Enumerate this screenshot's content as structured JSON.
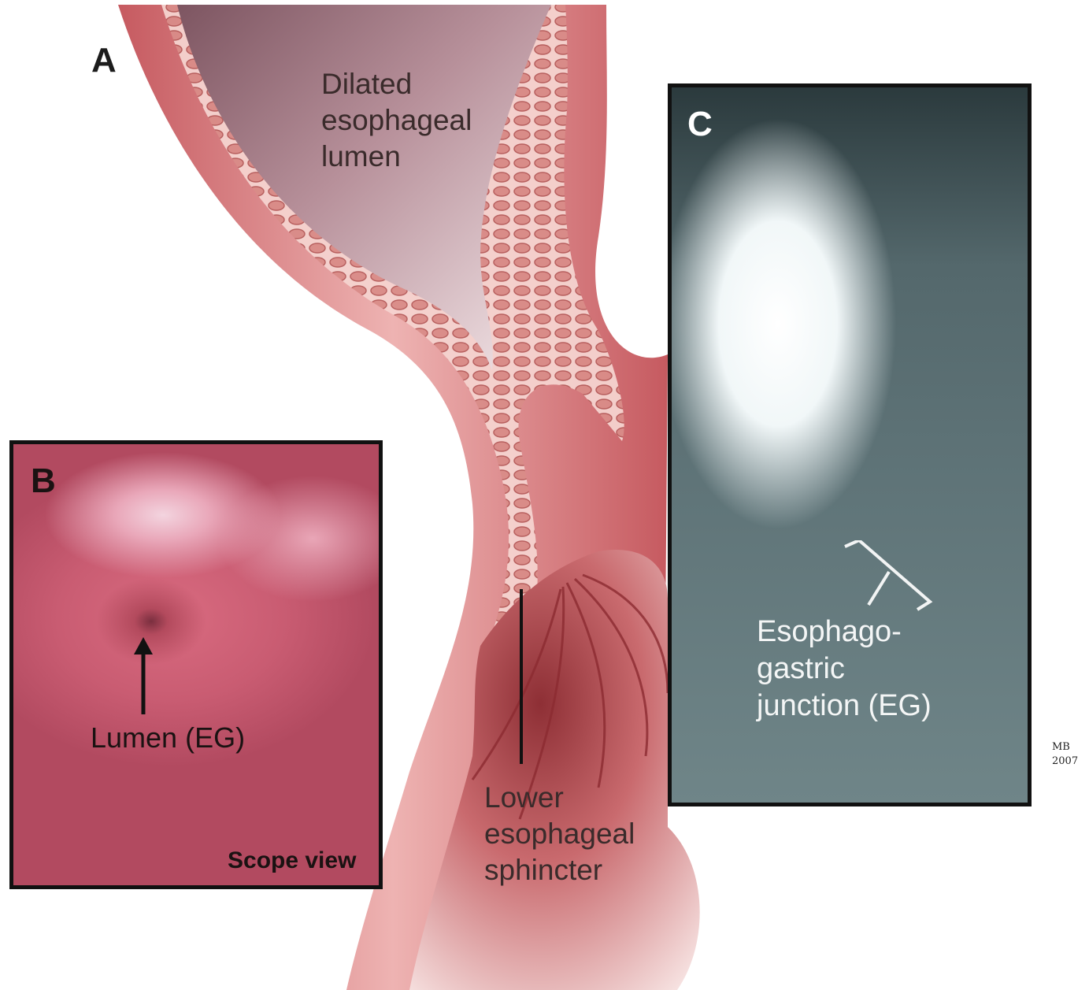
{
  "panels": {
    "a": {
      "letter": "A",
      "dilated_label": "Dilated\nesophageal\nlumen",
      "sphincter_label": "Lower\nesophageal\nsphincter"
    },
    "b": {
      "letter": "B",
      "lumen_label": "Lumen (EG)",
      "caption": "Scope view"
    },
    "c": {
      "letter": "C",
      "junction_label": "Esophago-\ngastric\njunction (EG)"
    }
  },
  "signature": "MB 2007",
  "colors": {
    "tissue_pink": "#e8a0a4",
    "tissue_dark": "#c25a60",
    "lumen_mauve": "#b78b95",
    "xray_dark": "#3c4d50",
    "xray_bright": "#f3f8f9",
    "scope_pink": "#d4667b"
  }
}
